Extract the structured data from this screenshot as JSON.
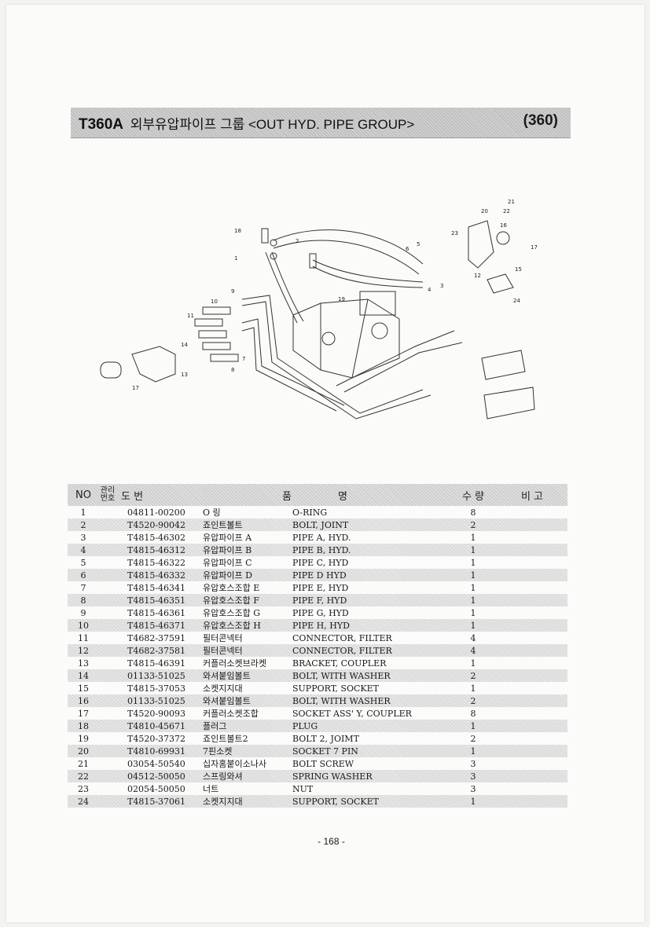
{
  "header": {
    "code": "T360A",
    "title": "외부유압파이프 그룹 <OUT HYD. PIPE GROUP>",
    "page_ref": "(360)"
  },
  "diagram": {
    "callouts": [
      "1",
      "2",
      "3",
      "4",
      "5",
      "6",
      "7",
      "8",
      "9",
      "10",
      "11",
      "12",
      "13",
      "14",
      "15",
      "16",
      "17",
      "18",
      "19",
      "20",
      "21",
      "22",
      "23",
      "24",
      "17"
    ]
  },
  "table": {
    "headers": {
      "no": "NO",
      "mgmt_top": "관리",
      "mgmt_bottom": "번호",
      "drawing": "도 번",
      "name_left": "품",
      "name_right": "명",
      "qty": "수 량",
      "remark": "비 고"
    },
    "rows": [
      {
        "no": "1",
        "pn": "04811-00200",
        "kr": "O 링",
        "en": "O-RING",
        "qty": "8"
      },
      {
        "no": "2",
        "pn": "T4520-90042",
        "kr": "죠인트볼트",
        "en": "BOLT, JOINT",
        "qty": "2"
      },
      {
        "no": "3",
        "pn": "T4815-46302",
        "kr": "유압파이프 A",
        "en": "PIPE A, HYD.",
        "qty": "1"
      },
      {
        "no": "4",
        "pn": "T4815-46312",
        "kr": "유압파이프 B",
        "en": "PIPE B, HYD.",
        "qty": "1"
      },
      {
        "no": "5",
        "pn": "T4815-46322",
        "kr": "유압파이프 C",
        "en": "PIPE C, HYD",
        "qty": "1"
      },
      {
        "no": "6",
        "pn": "T4815-46332",
        "kr": "유압파이프 D",
        "en": "PIPE D HYD",
        "qty": "1"
      },
      {
        "no": "7",
        "pn": "T4815-46341",
        "kr": "유압호스조합 E",
        "en": "PIPE E, HYD",
        "qty": "1"
      },
      {
        "no": "8",
        "pn": "T4815-46351",
        "kr": "유압호스조합 F",
        "en": "PIPE F, HYD",
        "qty": "1"
      },
      {
        "no": "9",
        "pn": "T4815-46361",
        "kr": "유압호스조합 G",
        "en": "PIPE G, HYD",
        "qty": "1"
      },
      {
        "no": "10",
        "pn": "T4815-46371",
        "kr": "유압호스조합 H",
        "en": "PIPE H, HYD",
        "qty": "1"
      },
      {
        "no": "11",
        "pn": "T4682-37591",
        "kr": "필터콘넥터",
        "en": "CONNECTOR, FILTER",
        "qty": "4"
      },
      {
        "no": "12",
        "pn": "T4682-37581",
        "kr": "필터콘넥터",
        "en": "CONNECTOR, FILTER",
        "qty": "4"
      },
      {
        "no": "13",
        "pn": "T4815-46391",
        "kr": "커플러소켓브라켓",
        "en": "BRACKET, COUPLER",
        "qty": "1"
      },
      {
        "no": "14",
        "pn": "01133-51025",
        "kr": "와셔붙임볼트",
        "en": "BOLT, WITH WASHER",
        "qty": "2"
      },
      {
        "no": "15",
        "pn": "T4815-37053",
        "kr": "소켓지지대",
        "en": "SUPPORT, SOCKET",
        "qty": "1"
      },
      {
        "no": "16",
        "pn": "01133-51025",
        "kr": "와셔붙임볼트",
        "en": "BOLT, WITH WASHER",
        "qty": "2"
      },
      {
        "no": "17",
        "pn": "T4520-90093",
        "kr": "커플러소켓조합",
        "en": "SOCKET ASS' Y, COUPLER",
        "qty": "8"
      },
      {
        "no": "18",
        "pn": "T4810-45671",
        "kr": "플러그",
        "en": "PLUG",
        "qty": "1"
      },
      {
        "no": "19",
        "pn": "T4520-37372",
        "kr": "죠인트볼트2",
        "en": "BOLT 2, JOIMT",
        "qty": "2"
      },
      {
        "no": "20",
        "pn": "T4810-69931",
        "kr": "7핀소켓",
        "en": "SOCKET 7 PIN",
        "qty": "1"
      },
      {
        "no": "21",
        "pn": "03054-50540",
        "kr": "십자홈붙이소나사",
        "en": "BOLT SCREW",
        "qty": "3"
      },
      {
        "no": "22",
        "pn": "04512-50050",
        "kr": "스프링와셔",
        "en": "SPRING WASHER",
        "qty": "3"
      },
      {
        "no": "23",
        "pn": "02054-50050",
        "kr": "너트",
        "en": "NUT",
        "qty": "3"
      },
      {
        "no": "24",
        "pn": "T4815-37061",
        "kr": "소켓지지대",
        "en": "SUPPORT, SOCKET",
        "qty": "1"
      }
    ]
  },
  "footer": {
    "page_number": "- 168 -"
  }
}
